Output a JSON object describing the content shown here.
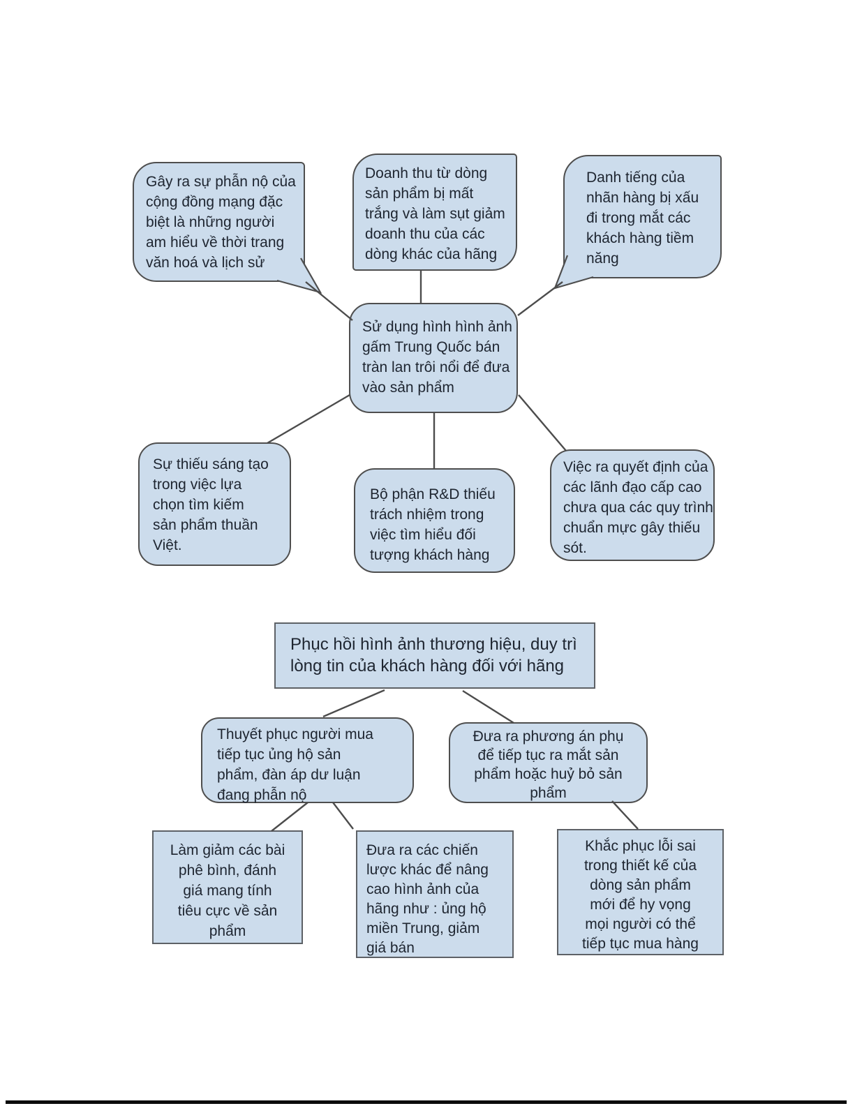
{
  "colors": {
    "node_fill": "#ccdcec",
    "node_border": "#4e4e4e",
    "connector": "#4c4c4c",
    "text": "#1e2530",
    "page_edge": "#0b0b0b",
    "background": "#ffffff"
  },
  "mindmap": {
    "issue": {
      "text": "Sử dụng hình hình ảnh\ngấm Trung Quốc bán\ntràn lan trôi nổi để đưa\nvào sản phẩm"
    },
    "effects": [
      {
        "text": "Gây ra sự phẫn nộ của\ncộng đồng mạng đặc\nbiệt là những người\nam hiểu về thời trang\nvăn hoá và lịch sử"
      },
      {
        "text": "Doanh thu từ dòng\nsản phẩm bị mất\ntrắng và làm sụt giảm\ndoanh thu của các\ndòng khác của hãng"
      },
      {
        "text": "Danh tiếng của\nnhãn hàng bị xấu\nđi trong mắt các\nkhách hàng tiềm\nnăng"
      }
    ],
    "causes": [
      {
        "text": "Sự thiếu sáng tạo\ntrong việc lựa\nchọn tìm kiếm\nsản phẩm thuần\nViệt."
      },
      {
        "text": "Bộ phận R&D thiếu\ntrách nhiệm trong\nviệc tìm hiểu đối\ntượng khách hàng"
      },
      {
        "text": "Việc ra quyết định của\ncác lãnh đạo cấp cao\nchưa qua các quy trình\nchuẩn mực gây thiếu\nsót."
      }
    ],
    "goal": {
      "text": "Phục hồi hình ảnh thương hiệu, duy trì\nlòng tin của khách hàng đối với hãng"
    },
    "strategies": [
      {
        "text": "Thuyết phục người mua\ntiếp tục ủng hộ sản\nphẩm, đàn áp dư luận\nđang phẫn nộ"
      },
      {
        "text": "Đưa ra phương án phụ\nđể tiếp tục ra mắt sản\nphẩm hoặc huỷ bỏ sản\nphẩm"
      }
    ],
    "actions": [
      {
        "text": "Làm giảm các bài\nphê bình, đánh\ngiá mang tính\ntiêu cực về sản\nphẩm"
      },
      {
        "text": "Đưa ra các chiến\nlược khác để nâng\ncao hình ảnh của\nhãng như : ủng hộ\nmiền Trung, giảm\ngiá bán"
      },
      {
        "text": "Khắc phục lỗi sai\ntrong thiết kế của\ndòng sản phẩm\nmới để hy vọng\nmọi người có thể\ntiếp tục mua hàng"
      }
    ]
  }
}
